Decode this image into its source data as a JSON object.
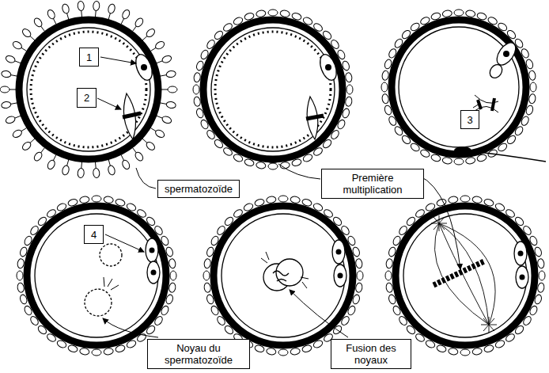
{
  "diagram": {
    "nodes": [
      {
        "text": [
          "1"
        ]
      },
      {
        "text": [
          "2"
        ]
      },
      {
        "text": [
          "3"
        ]
      },
      {
        "text": [
          "spermatozoïde"
        ]
      },
      {
        "text": [
          "Première multiplication"
        ]
      },
      {
        "text": [
          "4"
        ]
      },
      {
        "text": [
          "Noyau du spermatozoïde"
        ]
      },
      {
        "text": [
          "Fusion des noyaux"
        ]
      }
    ]
  }
}
